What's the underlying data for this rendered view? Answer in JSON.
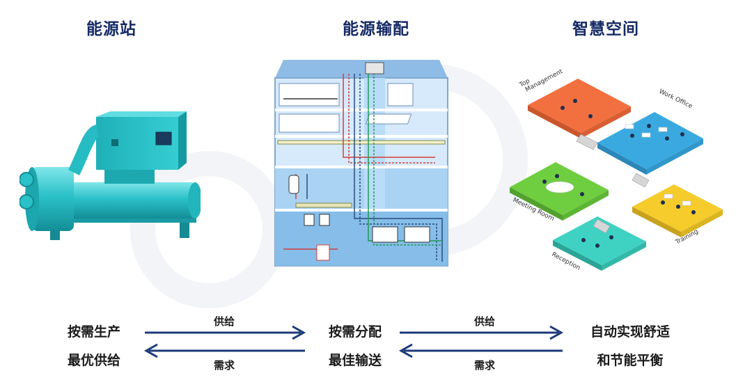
{
  "headings": {
    "station": "能源站",
    "distribution": "能源输配",
    "space": "智慧空间"
  },
  "space_labels": {
    "top": [
      "Top",
      "Management"
    ],
    "work": "Work Office",
    "meeting": "Meeting Room",
    "training": "Training",
    "reception": "Reception"
  },
  "flow": {
    "left_top": "按需生产",
    "left_bottom": "最优供给",
    "mid_top": "按需分配",
    "mid_bottom": "最佳输送",
    "right_top": "自动实现舒适",
    "right_bottom": "和节能平衡",
    "supply_label_1": "供给",
    "demand_label_1": "需求",
    "supply_label_2": "供给",
    "demand_label_2": "需求"
  },
  "colors": {
    "heading": "#152a66",
    "arrow": "#1b3a7a",
    "chiller": "#2bc1c8",
    "building_light": "#cfe6fb",
    "building_blue": "#9fcbf2"
  }
}
